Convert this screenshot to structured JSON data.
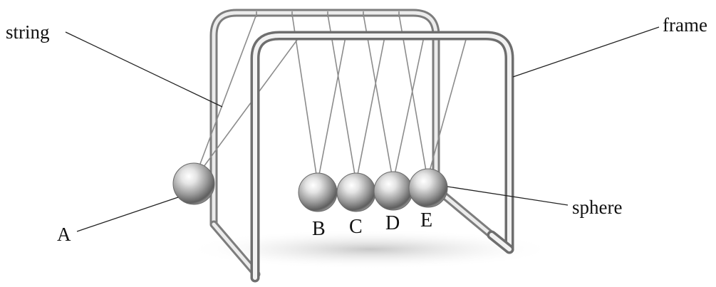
{
  "labels": {
    "string": "string",
    "frame": "frame",
    "sphere": "sphere",
    "A": "A",
    "B": "B",
    "C": "C",
    "D": "D",
    "E": "E"
  },
  "colors": {
    "label_text": "#111111",
    "leader_line": "#222222",
    "metal_light": "#f4f4f4",
    "metal_mid": "#b9b9b9",
    "metal_dark": "#6e6e6e"
  }
}
